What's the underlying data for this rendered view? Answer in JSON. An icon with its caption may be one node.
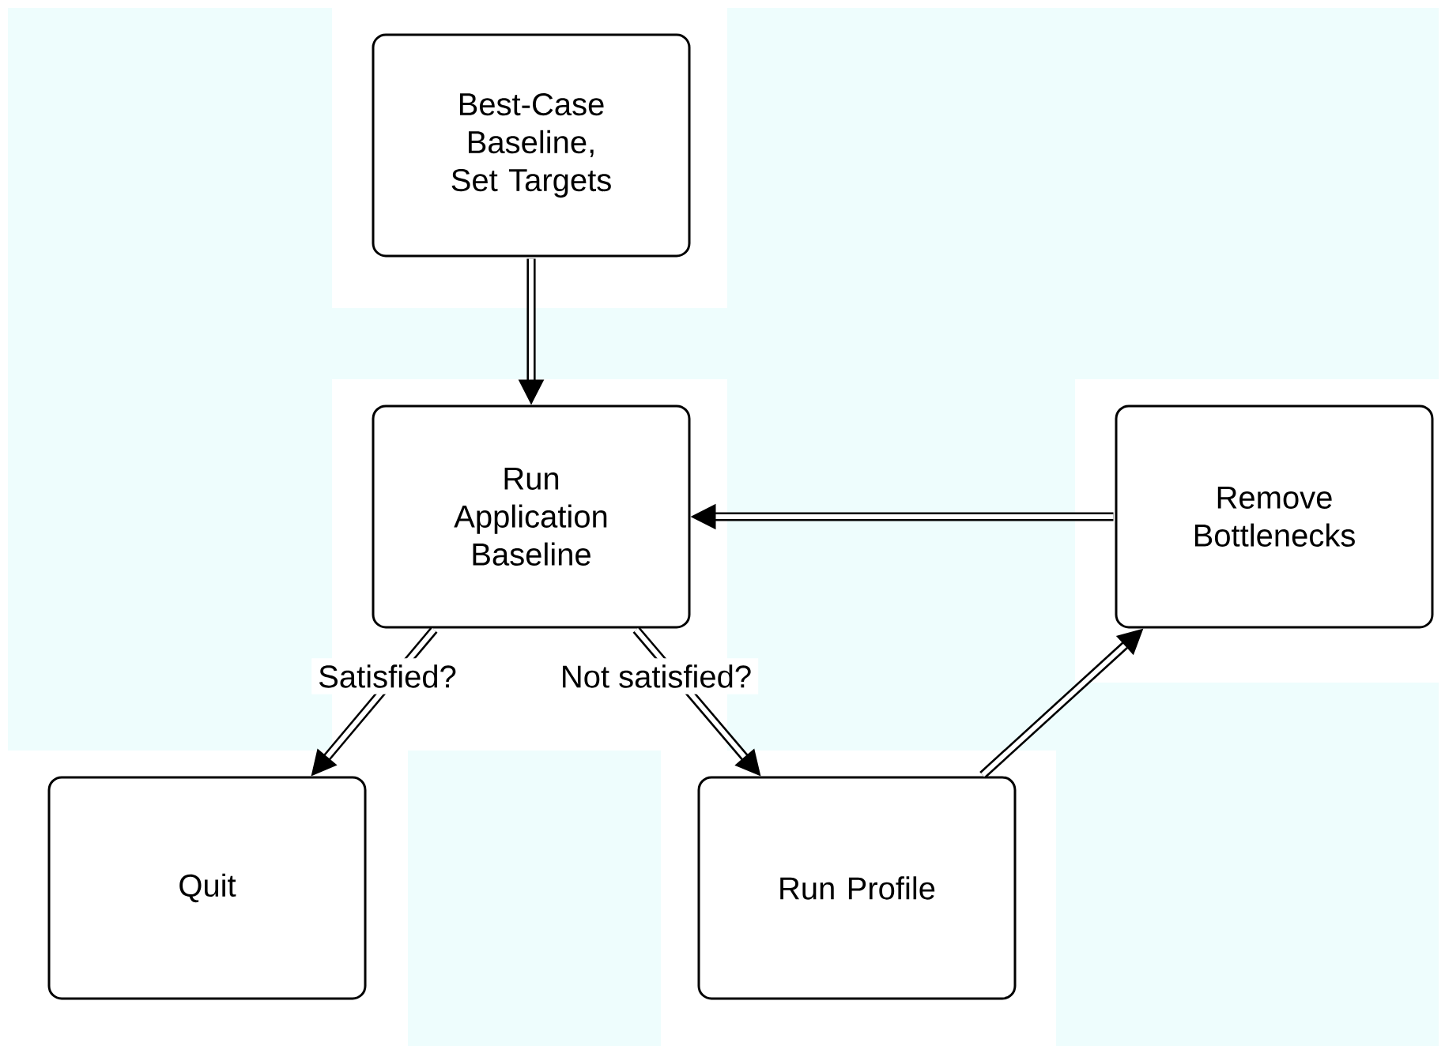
{
  "diagram": {
    "nodes": [
      {
        "text": [
          "Best-Case Baseline, Set Targets"
        ]
      },
      {
        "text": [
          "Run Application Baseline"
        ]
      },
      {
        "text": [
          "Quit"
        ]
      },
      {
        "text": [
          "Remove Bottlenecks"
        ]
      },
      {
        "text": [
          "Run Profile"
        ]
      }
    ],
    "edges": [
      {
        "from": 0,
        "to": 1,
        "arrow": "to"
      },
      {
        "from": 3,
        "to": 1,
        "arrow": "to"
      },
      {
        "from": 1,
        "to": 2,
        "arrow": "to",
        "label": "Satisfied?"
      },
      {
        "from": 1,
        "to": 4,
        "arrow": "to",
        "label": "Not satisfied?"
      },
      {
        "from": 4,
        "to": 3,
        "arrow": "to"
      }
    ]
  }
}
